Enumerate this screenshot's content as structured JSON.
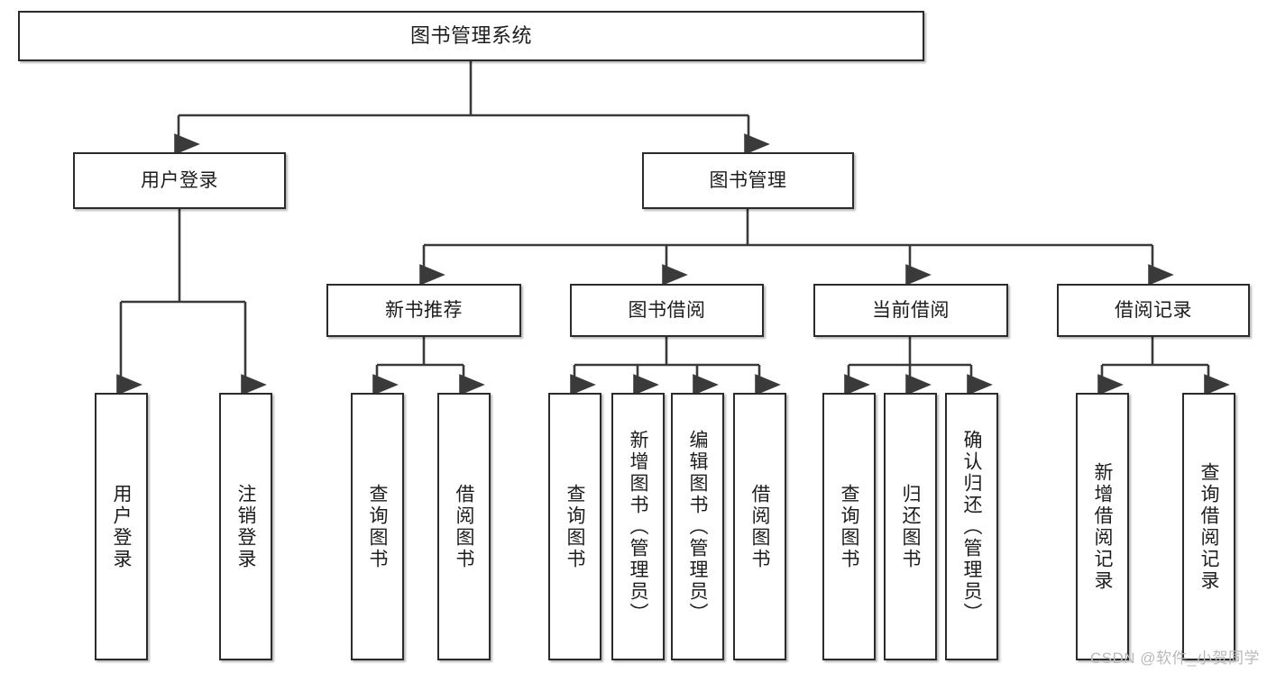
{
  "diagram": {
    "title": "图书管理系统",
    "type": "tree",
    "watermark": "CSDN @软件_小贺同学",
    "colors": {
      "box_border": "#2b2b2b",
      "box_fill": "#ffffff",
      "line": "#3a3a3a",
      "text": "#1d1d1d",
      "watermark": "#b9b9b9"
    },
    "root": {
      "label": "图书管理系统"
    },
    "level2": [
      {
        "label": "用户登录"
      },
      {
        "label": "图书管理"
      }
    ],
    "level3": [
      {
        "label": "新书推荐"
      },
      {
        "label": "图书借阅"
      },
      {
        "label": "当前借阅"
      },
      {
        "label": "借阅记录"
      }
    ],
    "leaves": {
      "user_login": [
        {
          "label": "用户登录"
        },
        {
          "label": "注销登录"
        }
      ],
      "new_book": [
        {
          "label": "查询图书"
        },
        {
          "label": "借阅图书"
        }
      ],
      "book_borrow": [
        {
          "label": "查询图书"
        },
        {
          "label": "新增图书（管理员）"
        },
        {
          "label": "编辑图书（管理员）"
        },
        {
          "label": "借阅图书"
        }
      ],
      "current_borrow": [
        {
          "label": "查询图书"
        },
        {
          "label": "归还图书"
        },
        {
          "label": "确认归还（管理员）"
        }
      ],
      "borrow_record": [
        {
          "label": "新增借阅记录"
        },
        {
          "label": "查询借阅记录"
        }
      ]
    }
  }
}
